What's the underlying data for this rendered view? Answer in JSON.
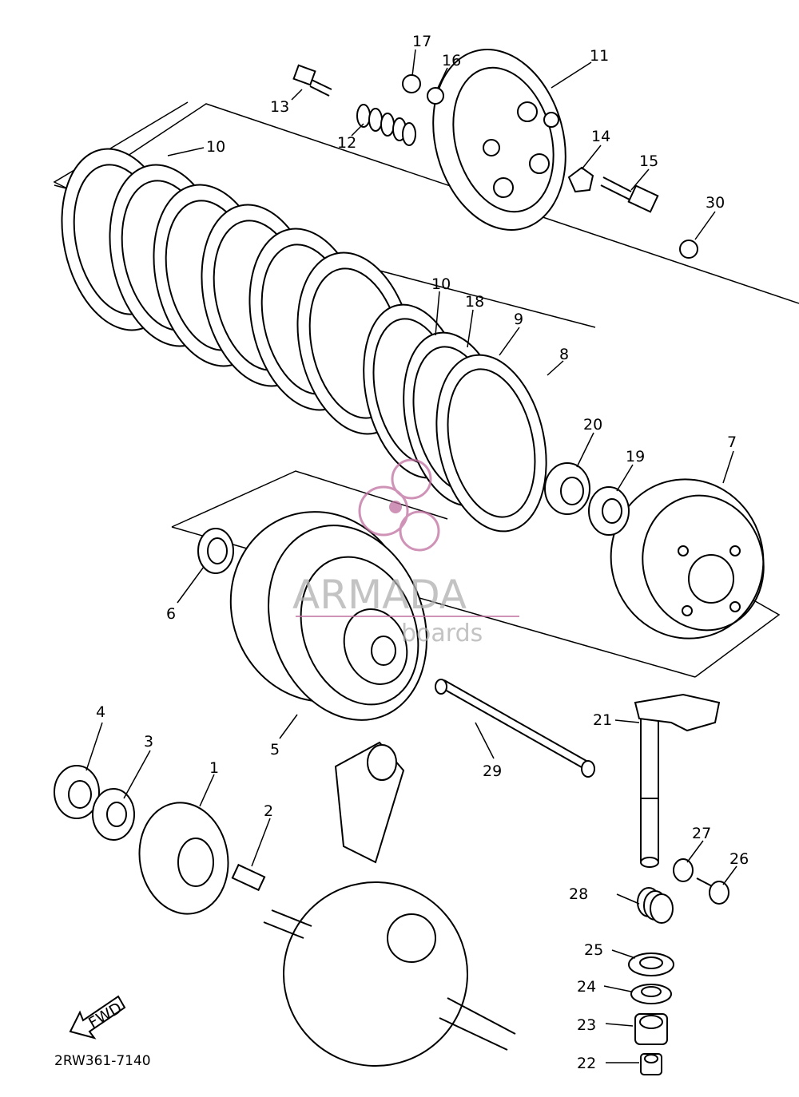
{
  "diagram": {
    "code": "2RW361-7140",
    "fwd_label": "FWD",
    "colors": {
      "line": "#000000",
      "watermark": "#c06fa0",
      "watermark_text": "#b0b0b0"
    }
  },
  "watermark": {
    "brand": "ARMADA",
    "sub": "boards"
  },
  "callouts": [
    {
      "id": "c1",
      "label": "1"
    },
    {
      "id": "c2",
      "label": "2"
    },
    {
      "id": "c3",
      "label": "3"
    },
    {
      "id": "c4",
      "label": "4"
    },
    {
      "id": "c5",
      "label": "5"
    },
    {
      "id": "c6",
      "label": "6"
    },
    {
      "id": "c7",
      "label": "7"
    },
    {
      "id": "c8",
      "label": "8"
    },
    {
      "id": "c9",
      "label": "9"
    },
    {
      "id": "c10a",
      "label": "10"
    },
    {
      "id": "c10b",
      "label": "10"
    },
    {
      "id": "c11",
      "label": "11"
    },
    {
      "id": "c12",
      "label": "12"
    },
    {
      "id": "c13",
      "label": "13"
    },
    {
      "id": "c14",
      "label": "14"
    },
    {
      "id": "c15",
      "label": "15"
    },
    {
      "id": "c16",
      "label": "16"
    },
    {
      "id": "c17",
      "label": "17"
    },
    {
      "id": "c18",
      "label": "18"
    },
    {
      "id": "c19",
      "label": "19"
    },
    {
      "id": "c20",
      "label": "20"
    },
    {
      "id": "c21",
      "label": "21"
    },
    {
      "id": "c22",
      "label": "22"
    },
    {
      "id": "c23",
      "label": "23"
    },
    {
      "id": "c24",
      "label": "24"
    },
    {
      "id": "c25",
      "label": "25"
    },
    {
      "id": "c26",
      "label": "26"
    },
    {
      "id": "c27",
      "label": "27"
    },
    {
      "id": "c28",
      "label": "28"
    },
    {
      "id": "c29",
      "label": "29"
    },
    {
      "id": "c30",
      "label": "30"
    }
  ]
}
